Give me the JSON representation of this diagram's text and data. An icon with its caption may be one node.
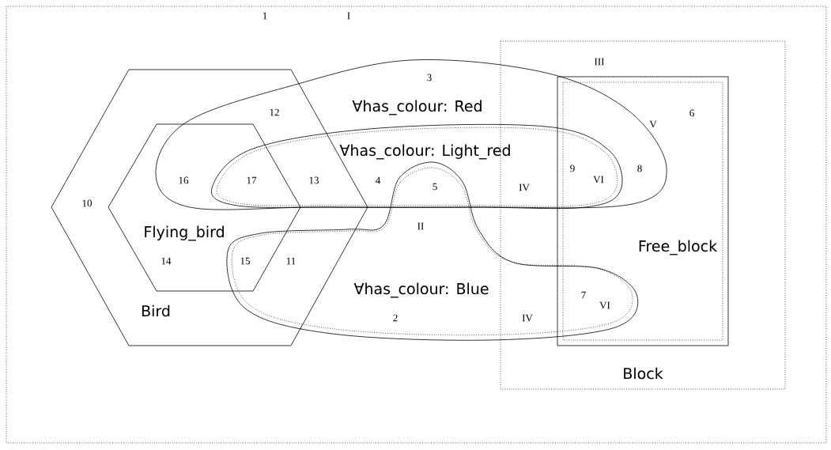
{
  "diagram": {
    "nodes": [
      {
        "text": [
          "Bird"
        ]
      },
      {
        "text": [
          "Flying_bird"
        ],
        "in": 0
      },
      {
        "text": [
          "∀has_colour: Red"
        ]
      },
      {
        "text": [
          "∀has_colour: Light_red"
        ],
        "in": 2
      },
      {
        "text": [
          "∀has_colour: Blue"
        ]
      },
      {
        "text": [
          "Block"
        ]
      },
      {
        "text": [
          "Free_block"
        ],
        "in": 5
      }
    ],
    "labels": [
      "1",
      "I",
      "III",
      "3",
      "12",
      "6",
      "V",
      "16",
      "17",
      "13",
      "4",
      "5",
      "IV",
      "9",
      "VI",
      "8",
      "10",
      "II",
      "14",
      "15",
      "11",
      "7",
      "VI",
      "2",
      "IV"
    ]
  }
}
